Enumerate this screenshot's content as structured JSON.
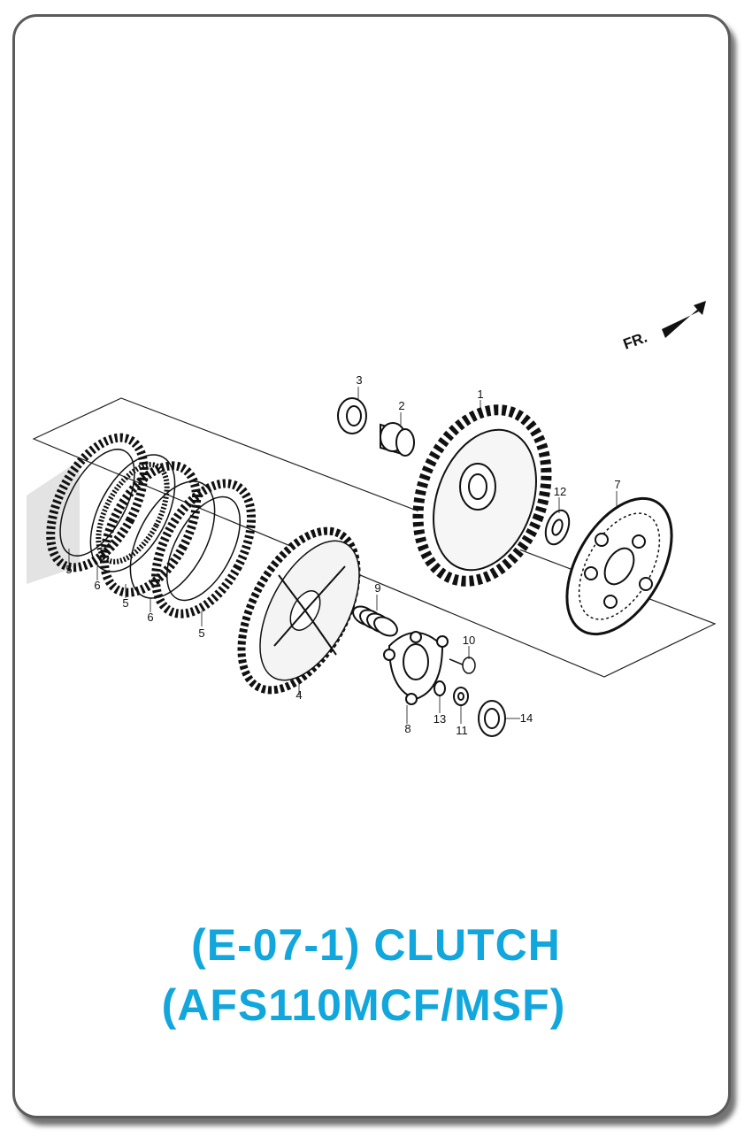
{
  "title": {
    "line1": "(E-07-1) CLUTCH",
    "line2": "(AFS110MCF/MSF)"
  },
  "direction_label": "FR.",
  "callouts": {
    "c1": "1",
    "c2": "2",
    "c3": "3",
    "c4": "4",
    "c5a": "5",
    "c5b": "5",
    "c5c": "5",
    "c6a": "6",
    "c6b": "6",
    "c7": "7",
    "c8": "8",
    "c9": "9",
    "c10": "10",
    "c11": "11",
    "c12": "12",
    "c13": "13",
    "c14": "14"
  },
  "colors": {
    "title": "#12a7dc",
    "border": "#5b5b5b"
  }
}
